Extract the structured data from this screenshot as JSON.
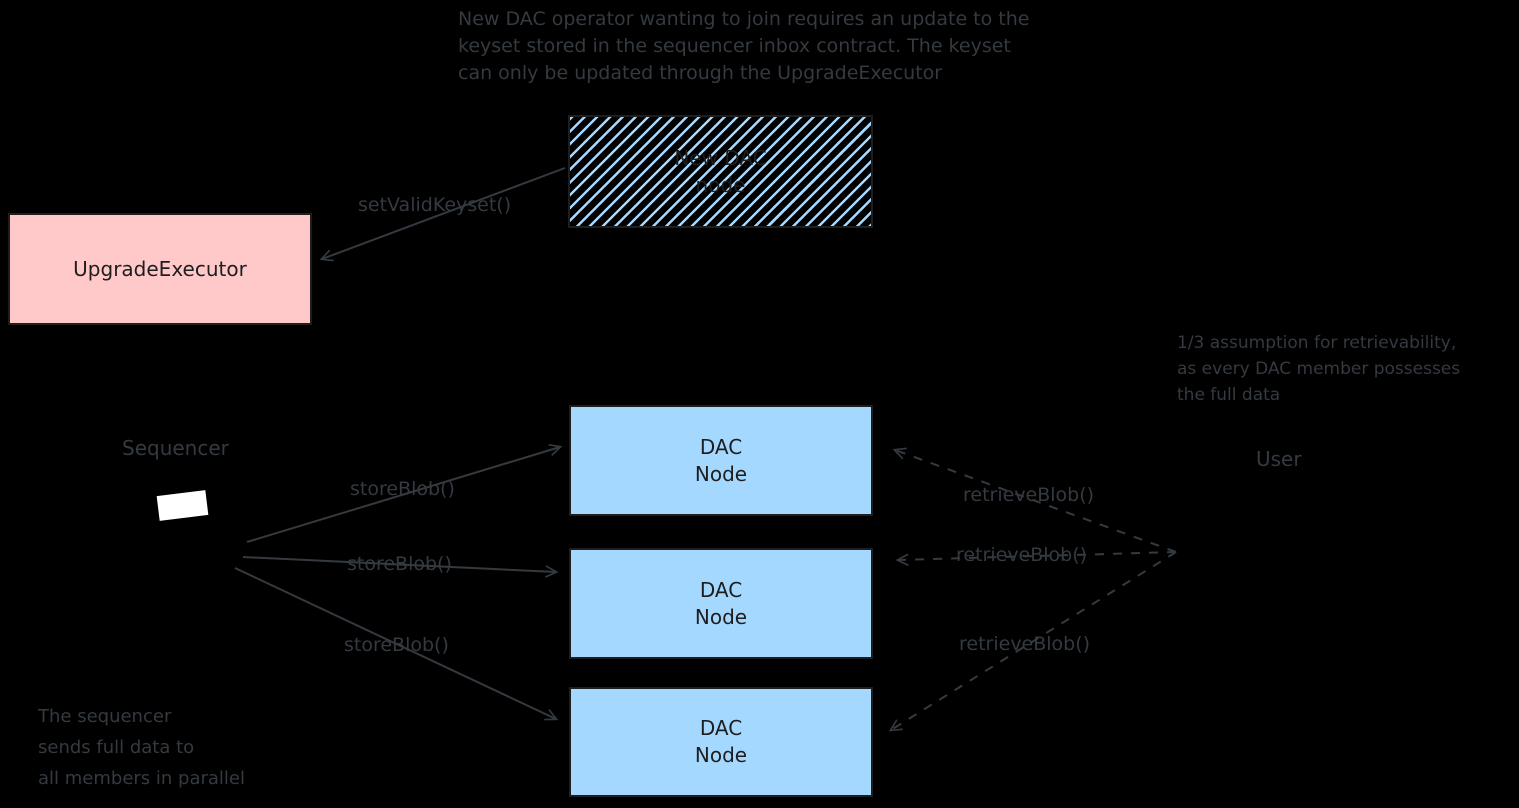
{
  "colors": {
    "background": "#000000",
    "dac_node_fill": "#a5d8ff",
    "upgrade_executor_fill": "#ffc9c9",
    "hatch_line": "#a5d8ff",
    "box_border": "#1e1e1e",
    "box_text": "#1e1e1e",
    "annotation_text": "#343a40",
    "arrow_stroke": "#343a40",
    "sequencer_icon_screen": "#ffffff"
  },
  "annotations": {
    "top_note": "New DAC operator wanting to join requires an update to the\nkeyset stored in the sequencer inbox contract. The keyset\ncan only be updated through the UpgradeExecutor",
    "retrievability_note": "1/3 assumption for retrievability,\nas every DAC member possesses\nthe full data",
    "sequencer_note": "The sequencer\nsends full data to\nall members in parallel"
  },
  "nodes": {
    "new_dac_node_label": "New DAC\nnode",
    "upgrade_executor_label": "UpgradeExecutor",
    "dac_nodes": [
      {
        "label": "DAC\nNode"
      },
      {
        "label": "DAC\nNode"
      },
      {
        "label": "DAC\nNode"
      }
    ],
    "sequencer_label": "Sequencer",
    "sequencer_icon": "laptop-screen",
    "user_label": "User"
  },
  "edges": {
    "set_valid_keyset_label": "setValidKeyset()",
    "store_blob_labels": [
      "storeBlob()",
      "storeBlob()",
      "storeBlob()"
    ],
    "retrieve_blob_labels": [
      "retrieveBlob()",
      "retrieveBlob()",
      "retrieveBlob()"
    ]
  }
}
